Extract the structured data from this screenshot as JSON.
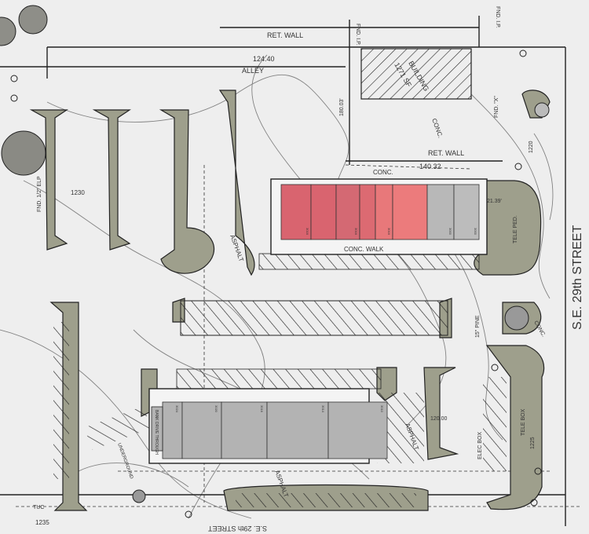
{
  "labels": {
    "ret_wall_top": "RET. WALL",
    "elev_top": "124.40",
    "alley": "ALLEY",
    "building": "BUILDING",
    "building_area": "1271 SF",
    "ret_wall_mid": "RET. WALL",
    "elev_mid": "140.32",
    "conc_top": "CONC.",
    "conc_right": "CONC.",
    "conc_walk": "CONC. WALK",
    "asphalt_left": "ASPHALT",
    "asphalt_mid": "ASPHALT",
    "asphalt_bottom": "ASPHALT",
    "street": "S.E. 29th STREET",
    "fnd_ip_top": "FND. I.P.",
    "fnd_ip_right": "FND. I.P.",
    "fnd_x": "FND. \"X\"",
    "conc_x": "CONC.",
    "tele_ped": "TELE PED.",
    "tele_box": "TELE BOX",
    "elec_box": "ELEC BOX",
    "pine": "15\" PINE",
    "contour_1230": "1230",
    "contour_1220": "1220",
    "contour_1225": "1225",
    "contour_1235": "1235",
    "dim_100": "180.03'",
    "dim_21": "21.39'",
    "tuc": "TUC",
    "bank_drive": "BANK DRIVE THROUGH",
    "elev_bottom": "120.00",
    "underground": "UNDERGROUND",
    "fnd_left": "FND. 1/2\" ELP",
    "street_bottom": "S.E. 29th STREET"
  },
  "units_top": [
    {
      "id": "A",
      "label": "3016",
      "color": "#d9646f"
    },
    {
      "id": "B",
      "label": "",
      "color": "#d9646f"
    },
    {
      "id": "C",
      "label": "3016",
      "color": "#d46973"
    },
    {
      "id": "D",
      "label": "",
      "color": "#dc6a72"
    },
    {
      "id": "E",
      "label": "3016",
      "color": "#e8787a"
    },
    {
      "id": "F",
      "label": "",
      "color": "#ec7b7c"
    },
    {
      "id": "G",
      "label": "3000",
      "color": "#b8b8b8"
    },
    {
      "id": "H",
      "label": "3000",
      "color": "#bcbcbc"
    }
  ],
  "units_bottom": [
    {
      "id": "1",
      "label": "3024"
    },
    {
      "id": "2",
      "label": "3020"
    },
    {
      "id": "3",
      "label": "3016"
    },
    {
      "id": "4",
      "label": "3014"
    },
    {
      "id": "5",
      "label": "3010"
    }
  ],
  "colors": {
    "island": "#9e9f8c",
    "line": "#222222",
    "retail_gray": "#b3b3b3",
    "background": "#eeeeee"
  }
}
